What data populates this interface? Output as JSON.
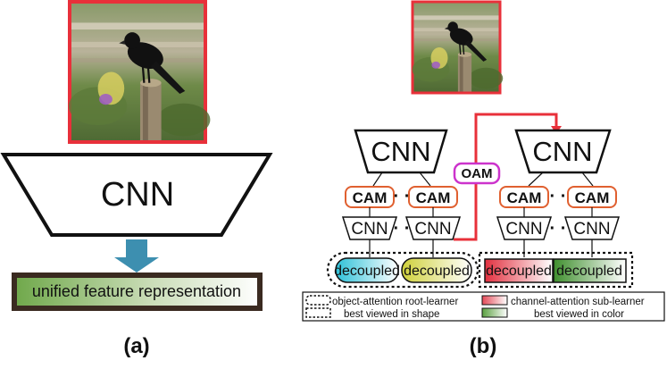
{
  "panel_a": {
    "cnn_label": "CNN",
    "unified_label": "unified feature representation",
    "caption": "(a)"
  },
  "panel_b": {
    "cnn_left": "CNN",
    "cnn_right": "CNN",
    "cam_label": "CAM",
    "oam_label": "OAM",
    "sub_cnn_label": "CNN",
    "decoupled_label": "decoupled",
    "dots": "· ·",
    "caption": "(b)"
  },
  "legend": {
    "object_attention": "object-attention root-learner",
    "shape_note": "best viewed in shape",
    "channel_attention": "channel-attention sub-learner",
    "color_note": "best viewed in color"
  },
  "colors": {
    "red_frame": "#e8303a",
    "oam_border": "#cc33cc",
    "cam_border": "#e06030",
    "arrow_blue": "#3d8fb0",
    "dec_cyan": "#3cc8dc",
    "dec_yellow": "#d6d650",
    "dec_red": "#e04050",
    "dec_green": "#5aa040",
    "unified_dark": "#3a2a20"
  },
  "icons": [
    "bird-photo",
    "down-arrow-icon"
  ]
}
